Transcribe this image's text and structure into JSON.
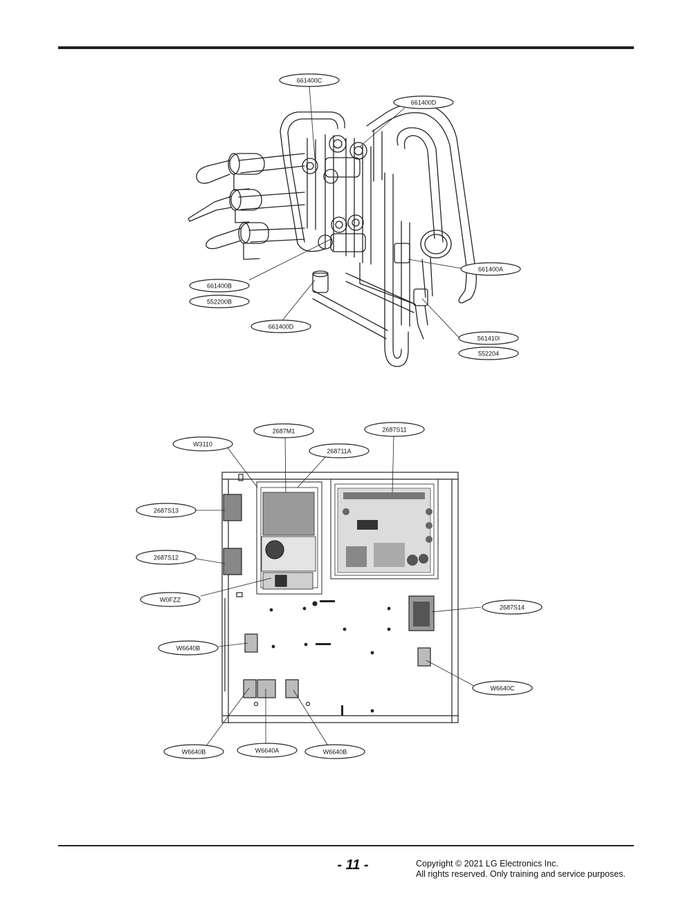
{
  "piping_labels": [
    "661400C",
    "661400D",
    "661400A",
    "661400B",
    "552200B",
    "661400D",
    "561410I",
    "552204"
  ],
  "control_labels": [
    "2687M1",
    "2687S11",
    "W3110",
    "268711A",
    "2687S13",
    "2687S12",
    "W0FZZ",
    "2687S14",
    "W6640B",
    "W6640C",
    "W6640B",
    "W6640A",
    "W6640B"
  ],
  "footer": {
    "page_number": "- 11 -",
    "copyright_line1": "Copyright © 2021 LG Electronics Inc.",
    "copyright_line2": "All rights reserved. Only training and service purposes."
  }
}
